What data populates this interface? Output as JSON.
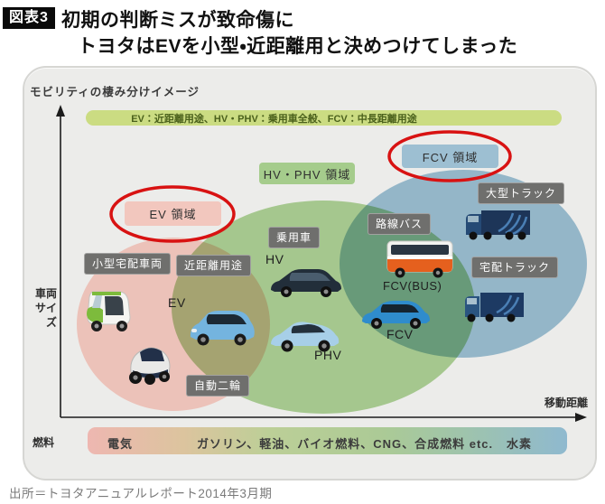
{
  "header": {
    "figure_tag": "図表3",
    "title_line1": "初期の判断ミスが致命傷に",
    "title_line2": "トヨタはEVを小型・近距離用と決めつけてしまった"
  },
  "diagram": {
    "subtitle": "モビリティの棲み分けイメージ",
    "banner": "EV：近距離用途、HV・PHV：乗用車全般、FCV：中長距離用途",
    "y_axis": {
      "line1": "車両",
      "line2": "サイズ"
    },
    "x_axis": "移動距離",
    "regions": {
      "ev": "EV 領域",
      "hvphv": "HV・PHV 領域",
      "fcv": "FCV 領域"
    },
    "tags": {
      "small_delivery": "小型宅配車両",
      "short_distance": "近距離用途",
      "passenger": "乗用車",
      "route_bus": "路線バス",
      "large_truck": "大型トラック",
      "delivery_truck": "宅配トラック",
      "motorcycle": "自動二輪"
    },
    "vehicle_labels": {
      "ev": "EV",
      "hv": "HV",
      "phv": "PHV",
      "fcv_bus": "FCV(BUS)",
      "fcv": "FCV"
    },
    "fuel": {
      "label": "燃料",
      "electricity": "電気",
      "middle": "ガソリン、軽油、バイオ燃料、CNG、合成燃料 etc.",
      "hydrogen": "水素"
    }
  },
  "source": "出所＝トヨタアニュアルレポート2014年3月期",
  "colors": {
    "highlight_red": "#d81212",
    "banner_green": "#cbdc82",
    "region_pink_fill": "#ffd2ca",
    "region_green_fill": "#b2d79b",
    "region_blue_fill": "#a0c5da",
    "box_pink": "#f2c7be",
    "box_green": "#a5cc8c",
    "box_blue": "#9dbfd2",
    "tag_gray": "#6f6f6d",
    "panel_bg": "#ececea"
  }
}
